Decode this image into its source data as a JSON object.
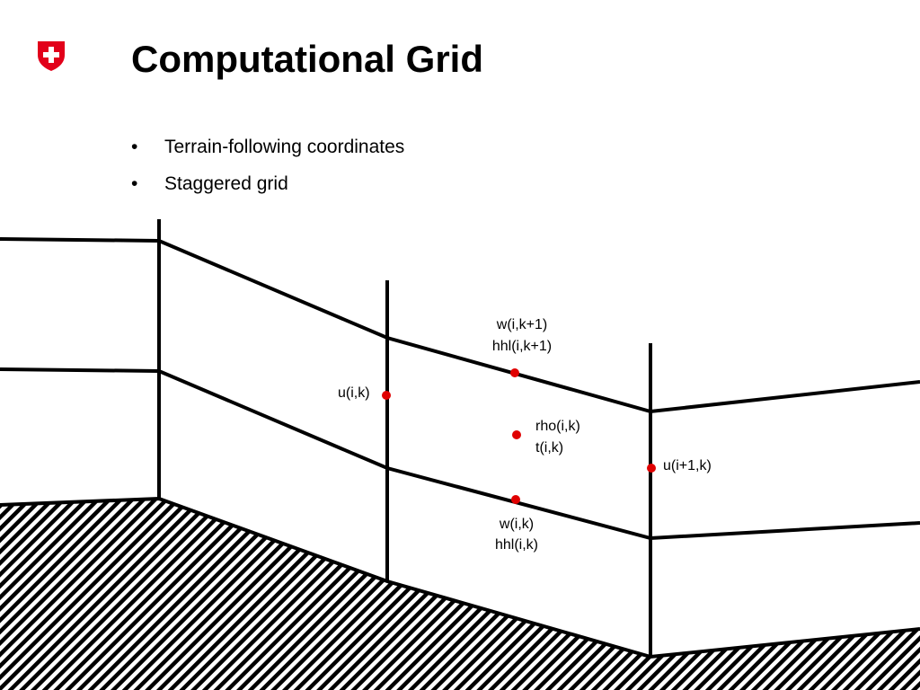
{
  "slide": {
    "title": "Computational Grid",
    "bullets": [
      "Terrain-following coordinates",
      "Staggered grid"
    ]
  },
  "logo": {
    "icon": "swiss-cross-shield-icon",
    "color": "#e2001a"
  },
  "diagram": {
    "point_color": "#e00000",
    "labels": {
      "w_top": "w(i,k+1)",
      "hhl_top": "hhl(i,k+1)",
      "u_left": "u(i,k)",
      "rho": "rho(i,k)",
      "t": "t(i,k)",
      "u_right": "u(i+1,k)",
      "w_bottom": "w(i,k)",
      "hhl_bottom": "hhl(i,k)"
    }
  }
}
